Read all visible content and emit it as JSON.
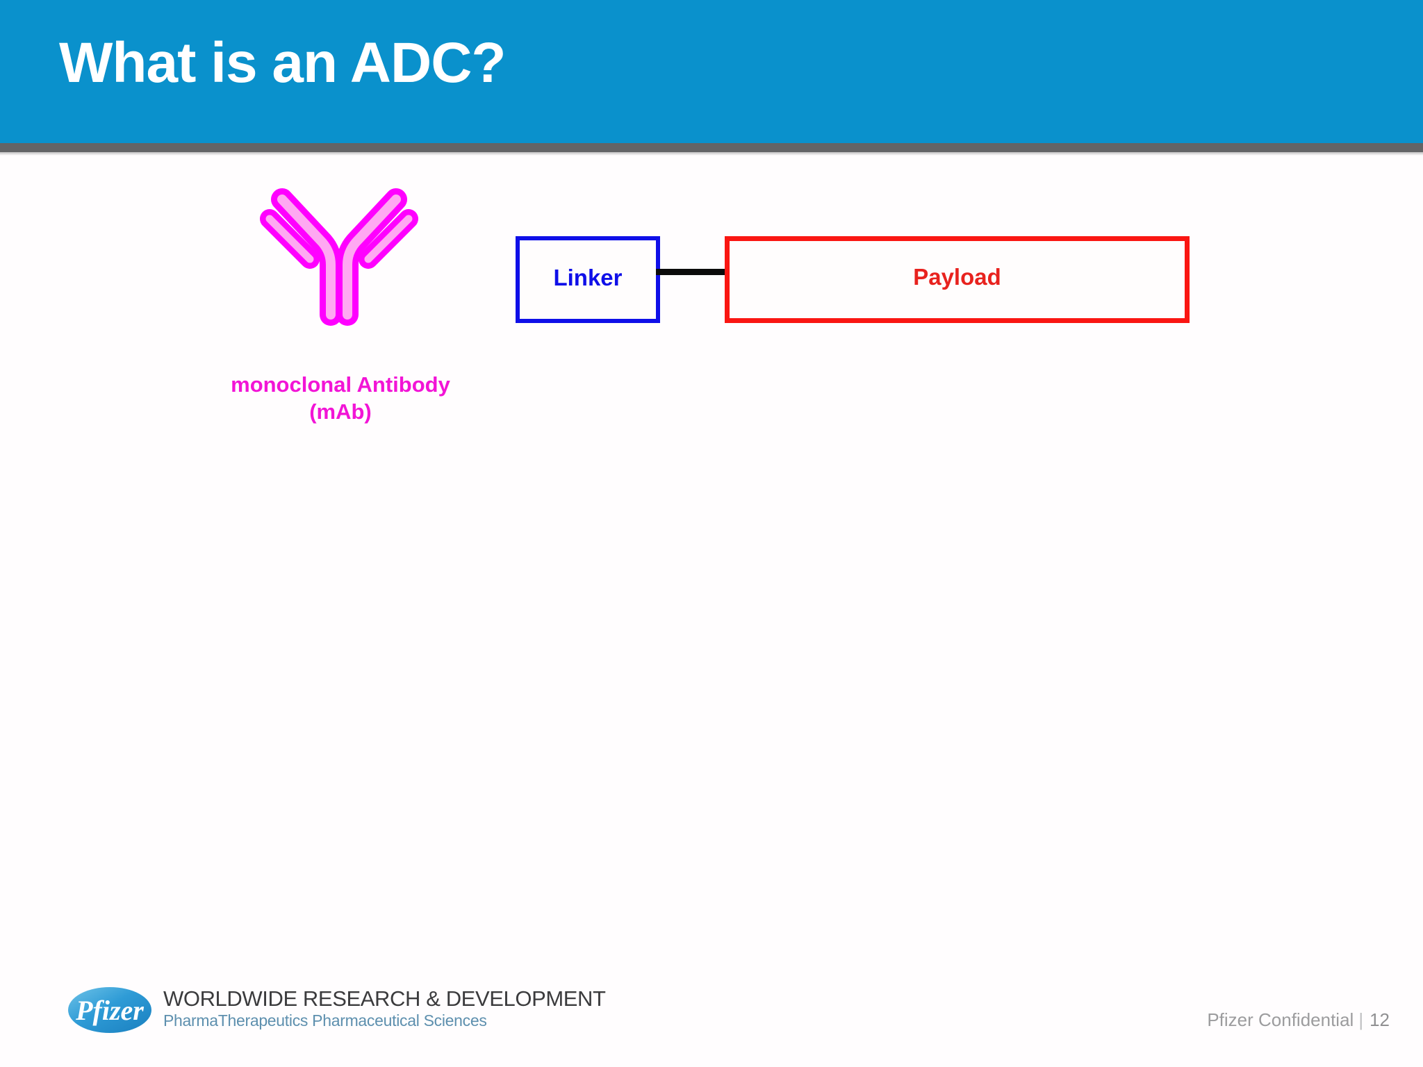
{
  "slide": {
    "title": "What is an ADC?",
    "banner_color": "#0A91CC",
    "rule_color": "#636466",
    "background_color": "#FFFDFE"
  },
  "diagram": {
    "antibody": {
      "icon": "antibody-y-shape-icon",
      "label_line1": "monoclonal Antibody",
      "label_line2": "(mAb)",
      "stroke_color": "#FF00FF",
      "fill_color": "#FFA8F2"
    },
    "linker": {
      "label": "Linker",
      "border_color": "#0F0FE8",
      "text_color": "#0F0FE8",
      "fill_color": "#FFFDFD"
    },
    "connector": {
      "color": "#0B0B0B"
    },
    "payload": {
      "label": "Payload",
      "border_color": "#FA1612",
      "text_color": "#E8221E",
      "fill_color": "#FFFDFD"
    }
  },
  "footer": {
    "logo_text": "Pfizer",
    "logo_color": "#2E9BD6",
    "org_line1": "WORLDWIDE RESEARCH & DEVELOPMENT",
    "org_line2": "PharmaTherapeutics Pharmaceutical Sciences",
    "confidential": "Pfizer Confidential",
    "separator": "|",
    "page_number": "12"
  }
}
